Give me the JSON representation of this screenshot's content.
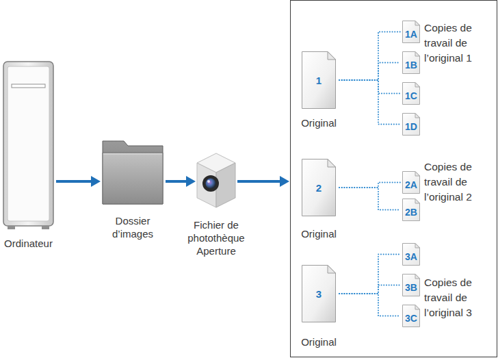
{
  "diagram": {
    "nodes": [
      {
        "text": [
          "Ordinateur"
        ]
      },
      {
        "text": [
          "Dossier d’images"
        ]
      },
      {
        "text": [
          "Fichier de photothèque Aperture"
        ]
      },
      {
        "text": []
      },
      {
        "text": [
          "1",
          "Original"
        ],
        "in": 3
      },
      {
        "text": [
          "1A"
        ],
        "in": 3
      },
      {
        "text": [
          "1B"
        ],
        "in": 3
      },
      {
        "text": [
          "1C"
        ],
        "in": 3
      },
      {
        "text": [
          "1D"
        ],
        "in": 3
      },
      {
        "text": [
          "2",
          "Original"
        ],
        "in": 3
      },
      {
        "text": [
          "2A"
        ],
        "in": 3
      },
      {
        "text": [
          "2B"
        ],
        "in": 3
      },
      {
        "text": [
          "3",
          "Original"
        ],
        "in": 3
      },
      {
        "text": [
          "3A"
        ],
        "in": 3
      },
      {
        "text": [
          "3B"
        ],
        "in": 3
      },
      {
        "text": [
          "3C"
        ],
        "in": 3
      }
    ],
    "edges": [
      {
        "from": 0,
        "to": 1,
        "arrow": "to"
      },
      {
        "from": 1,
        "to": 2,
        "arrow": "to"
      },
      {
        "from": 2,
        "to": 3,
        "arrow": "to"
      },
      {
        "from": 4,
        "to": 5,
        "arrow": "none"
      },
      {
        "from": 4,
        "to": 6,
        "arrow": "none"
      },
      {
        "from": 4,
        "to": 7,
        "arrow": "none"
      },
      {
        "from": 4,
        "to": 8,
        "arrow": "none"
      },
      {
        "from": 9,
        "to": 10,
        "arrow": "none"
      },
      {
        "from": 9,
        "to": 11,
        "arrow": "none"
      },
      {
        "from": 12,
        "to": 13,
        "arrow": "none"
      },
      {
        "from": 12,
        "to": 14,
        "arrow": "none"
      },
      {
        "from": 12,
        "to": 15,
        "arrow": "none"
      }
    ],
    "labels": [
      "Copies de travail de l’original 1",
      "Copies de travail de l’original 2",
      "Copies de travail de l’original 3"
    ]
  }
}
